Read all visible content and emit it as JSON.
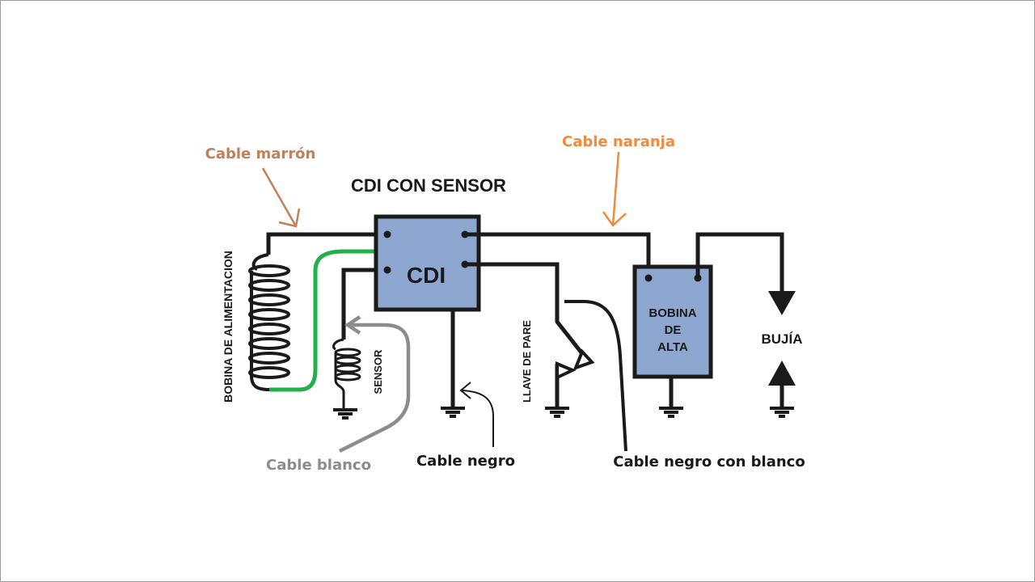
{
  "title": "CDI  CON SENSOR",
  "colors": {
    "box_fill": "#8ea7d1",
    "wire": "#1a1a1a",
    "green_wire": "#22b04b",
    "brown": "#c0805a",
    "orange": "#f08a3c",
    "gray": "#8c8c8c"
  },
  "components": {
    "cdi": "CDI",
    "bobina_alimentacion": "BOBINA DE ALIMENTACION",
    "sensor": "SENSOR",
    "llave_pare": "LLAVE DE PARE",
    "bobina_alta": [
      "BOBINA",
      "DE",
      "ALTA"
    ],
    "bujia": "BUJÍA"
  },
  "callouts": {
    "cable_marron": "Cable marrón",
    "cable_naranja": "Cable naranja",
    "cable_blanco": "Cable blanco",
    "cable_negro": "Cable negro",
    "cable_negro_blanco": "Cable negro con blanco"
  }
}
